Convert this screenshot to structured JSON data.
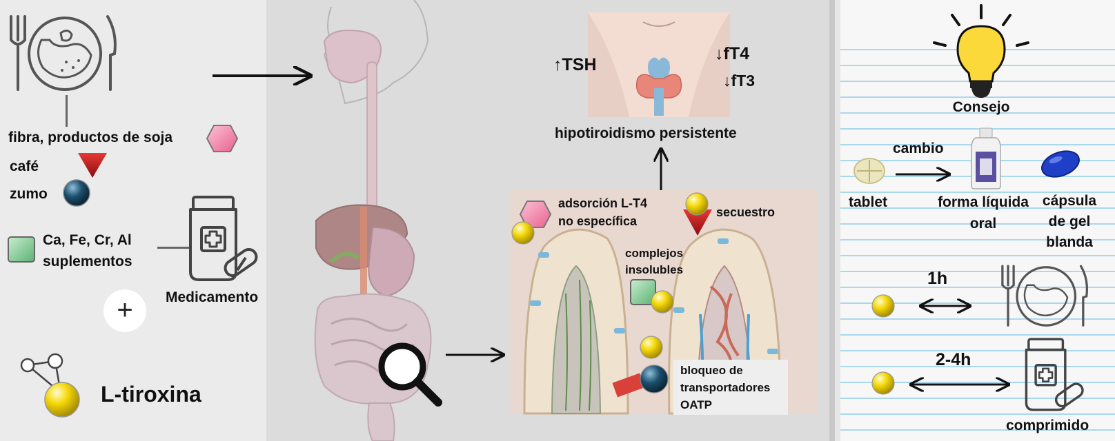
{
  "left": {
    "fiber": "fibra, productos de soja",
    "coffee": "café",
    "juice": "zumo",
    "supplements_line1": "Ca, Fe, Cr, Al",
    "supplements_line2": "suplementos",
    "medication": "Medicamento",
    "plus": "+",
    "levothyroxine": "L-tiroxina"
  },
  "center": {
    "tsh": "↑TSH",
    "ft4": "↓fT4",
    "ft3": "↓fT3",
    "outcome": "hipotiroidismo persistente",
    "adsorption_line1": "adsorción L-T4",
    "adsorption_line2": "no específica",
    "sequestration": "secuestro",
    "complexes_line1": "complejos",
    "complexes_line2": "insolubles",
    "block_line1": "bloqueo de",
    "block_line2": "transportadores",
    "block_line3": "OATP"
  },
  "right": {
    "tip": "Consejo",
    "change": "cambio",
    "tablet": "tablet",
    "liquid_line1": "forma líquida",
    "liquid_line2": "oral",
    "softgel_line1": "cápsula",
    "softgel_line2": "de gel",
    "softgel_line3": "blanda",
    "interval_food": "1h",
    "interval_drug": "2-4h",
    "tablet_drug": "comprimido"
  },
  "colors": {
    "hexagon_pink": "#f48fb1",
    "triangle_red": "#c0161c",
    "sphere_blue": "#1d4f6e",
    "square_green": "#8fd19e",
    "sphere_yellow": "#f5d90a",
    "bulb_yellow": "#fcd93b",
    "notebook_line": "#a9d8ee"
  }
}
